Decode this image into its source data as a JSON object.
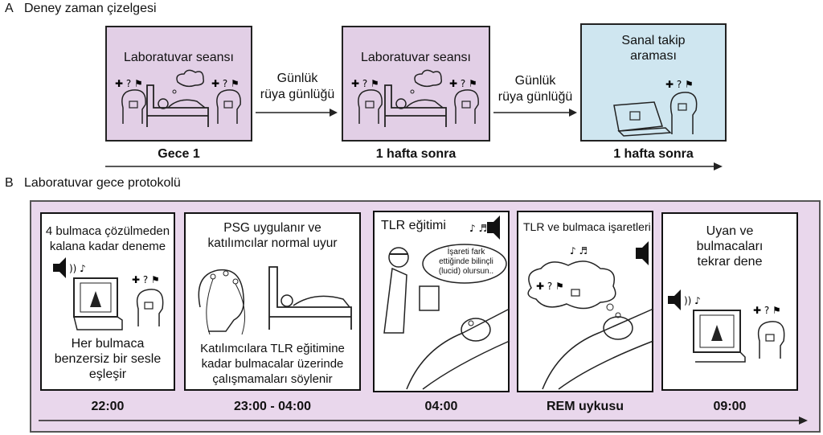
{
  "sectionA": {
    "letter": "A",
    "title": "Deney zaman çizelgesi",
    "boxes": [
      {
        "title": "Laboratuvar seansı",
        "label": "Gece 1"
      },
      {
        "title": "Laboratuvar seansı",
        "label": "1 hafta sonra"
      },
      {
        "title": "Sanal takip\naraması",
        "label": "1 hafta sonra"
      }
    ],
    "diaries": [
      "Günlük\nrüya günlüğü",
      "Günlük\nrüya günlüğü"
    ]
  },
  "sectionB": {
    "letter": "B",
    "title": "Laboratuvar gece protokolü",
    "panels": [
      {
        "top_text": "4 bulmaca çözülmeden\nkalana kadar deneme",
        "bottom_text": "Her bulmaca\nbenzersiz bir sesle\neşleşir",
        "time": "22:00"
      },
      {
        "top_text": "PSG uygulanır ve\nkatılımcılar normal uyur",
        "bottom_text": "Katılımcılara TLR eğitimine\nkadar bulmacalar üzerinde\nçalışmamaları söylenir",
        "time": "23:00 - 04:00"
      },
      {
        "top_text": "TLR eğitimi",
        "bubble": "İşareti fark\nettiğinde bilinçli\n(lucid) olursun..",
        "time": "04:00"
      },
      {
        "top_text": "TLR ve bulmaca işaretleri",
        "time": "REM uykusu"
      },
      {
        "top_text": "Uyan ve\nbulmacaları\ntekrar dene",
        "time": "09:00"
      }
    ]
  },
  "colors": {
    "lab": "#e2cfe6",
    "virtual": "#cfe6f0",
    "panel_bg": "#e9d7ec"
  }
}
